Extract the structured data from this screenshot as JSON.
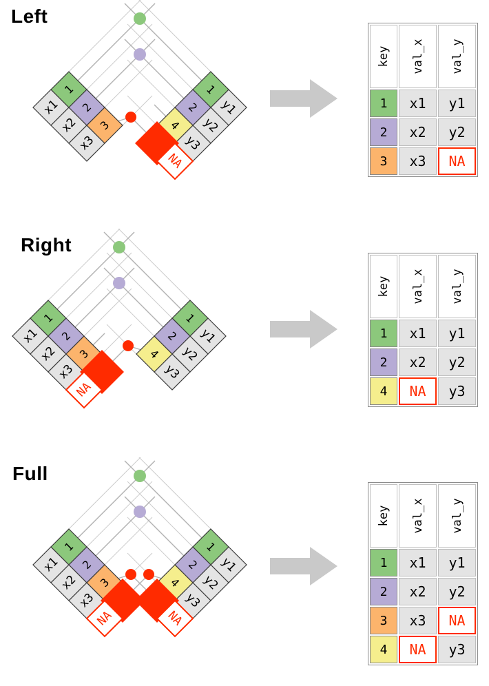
{
  "figure": {
    "na_label": "NA",
    "result_header": [
      "key",
      "val_x",
      "val_y"
    ]
  },
  "colors": {
    "green": "#8cc87c",
    "purple": "#b6abd5",
    "orange": "#fcb46c",
    "yellow": "#f5ee8d",
    "gray_cell": "#e4e4e4",
    "red": "#ff2b00",
    "line": "#b2b2b2",
    "stub": "#cccccc",
    "arrow": "#c9c9c9",
    "cell_border": "#3a3a3a"
  },
  "source_tables": {
    "x": {
      "value_column": "val_x",
      "rows": [
        {
          "key": "1",
          "color": "green",
          "value": "x1"
        },
        {
          "key": "2",
          "color": "purple",
          "value": "x2"
        },
        {
          "key": "3",
          "color": "orange",
          "value": "x3"
        }
      ]
    },
    "y": {
      "value_column": "val_y",
      "rows": [
        {
          "key": "1",
          "color": "green",
          "value": "y1"
        },
        {
          "key": "2",
          "color": "purple",
          "value": "y2"
        },
        {
          "key": "4",
          "color": "yellow",
          "value": "y3"
        }
      ]
    }
  },
  "panels": [
    {
      "title": "Left",
      "join": "left",
      "result_rows": [
        {
          "key": "1",
          "key_color": "green",
          "val_x": "x1",
          "val_y": "y1",
          "na_col": null
        },
        {
          "key": "2",
          "key_color": "purple",
          "val_x": "x2",
          "val_y": "y2",
          "na_col": null
        },
        {
          "key": "3",
          "key_color": "orange",
          "val_x": "x3",
          "val_y": "NA",
          "na_col": "val_y"
        }
      ]
    },
    {
      "title": "Right",
      "join": "right",
      "result_rows": [
        {
          "key": "1",
          "key_color": "green",
          "val_x": "x1",
          "val_y": "y1",
          "na_col": null
        },
        {
          "key": "2",
          "key_color": "purple",
          "val_x": "x2",
          "val_y": "y2",
          "na_col": null
        },
        {
          "key": "4",
          "key_color": "yellow",
          "val_x": "NA",
          "val_y": "y3",
          "na_col": "val_x"
        }
      ]
    },
    {
      "title": "Full",
      "join": "full",
      "result_rows": [
        {
          "key": "1",
          "key_color": "green",
          "val_x": "x1",
          "val_y": "y1",
          "na_col": null
        },
        {
          "key": "2",
          "key_color": "purple",
          "val_x": "x2",
          "val_y": "y2",
          "na_col": null
        },
        {
          "key": "3",
          "key_color": "orange",
          "val_x": "x3",
          "val_y": "NA",
          "na_col": "val_y"
        },
        {
          "key": "4",
          "key_color": "yellow",
          "val_x": "NA",
          "val_y": "y3",
          "na_col": "val_x"
        }
      ]
    }
  ]
}
